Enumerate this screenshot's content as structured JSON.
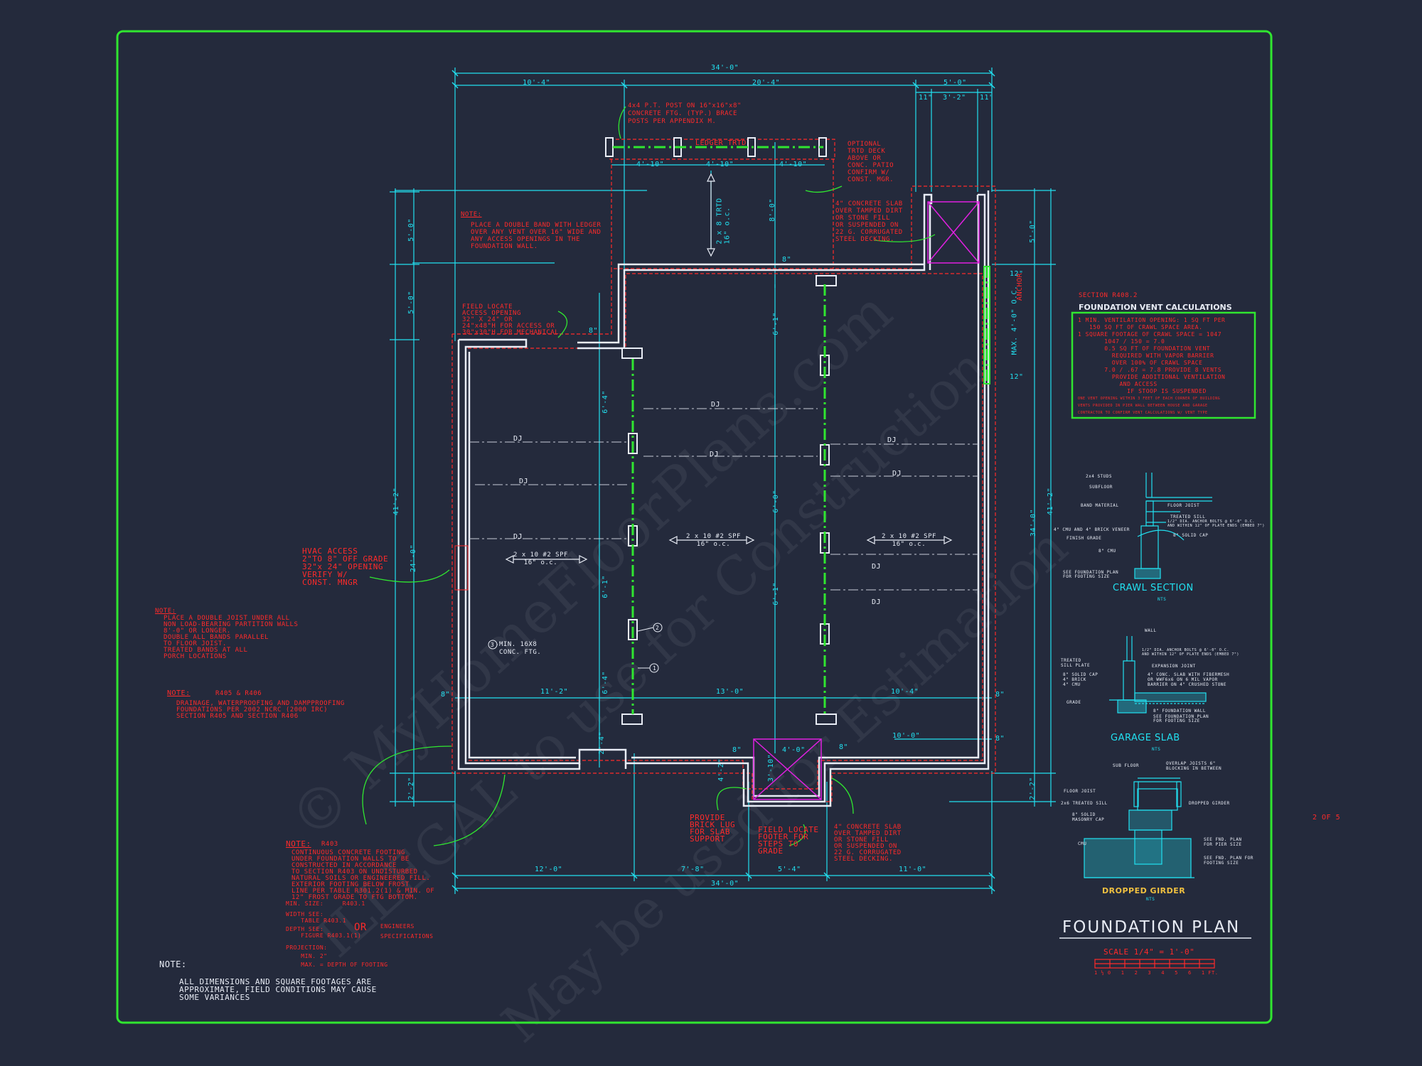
{
  "colors": {
    "background": "#242a3c",
    "border": "#30e630",
    "dimension": "#22e0f0",
    "note": "#ff2a2a",
    "wall": "#e8ecf5",
    "beam": "#30e630",
    "vent_marker": "#e020e0"
  },
  "watermark": {
    "line1": "© MyHomeFloorPlans.com",
    "line2": "ILLEGAL to use for Construction",
    "line3": "May be used for Estimation"
  },
  "title_block": {
    "title": "FOUNDATION PLAN",
    "scale": "SCALE 1/4\" = 1'-0\"",
    "scale_ticks": "1 ½ 0   1   2   3   4   5   6   1 FT.",
    "sheet": "2 OF 5"
  },
  "dimensions": {
    "top_overall": "34'-0\"",
    "top_left": "10'-4\"",
    "top_mid": "20'-4\"",
    "top_right": "5'-0\"",
    "top_r1": "11\"",
    "top_r2": "3'-2\"",
    "top_r3": "11\"",
    "porch_1": "4'-10\"",
    "porch_2": "4'-10\"",
    "porch_3": "4'-10\"",
    "left_1": "5'-0\"",
    "left_2": "5'-0\"",
    "left_3": "41'-2\"",
    "left_4": "24'-0\"",
    "left_5": "2'-2\"",
    "right_1": "5'-0\"",
    "right_2": "41'-2\"",
    "right_3": "34'-0\"",
    "right_4": "2'-2\"",
    "bot_1": "12'-0\"",
    "bot_2": "7'-8\"",
    "bot_3": "5'-4\"",
    "bot_4": "11'-0\"",
    "bot_overall": "34'-0\"",
    "inner_1": "11'-2\"",
    "inner_2": "13'-0\"",
    "inner_3": "10'-4\"",
    "inner_4": "10'-0\"",
    "stoop_w": "4'-0\"",
    "stoop_h": "3'-10\"",
    "vert_8": "8'-0\"",
    "pier_1": "6'-1\"",
    "pier_2": "6'-4\"",
    "pier_3": "6'-0\"",
    "pier_4": "6'-1\"",
    "pier_5": "6'-1\"",
    "pier_6": "6'-4\"",
    "eight": "8\"",
    "twelve": "12\"",
    "two_four": "2'-4\"",
    "four_two": "4'-2\"",
    "vent_max": "MAX. 4'-0\" O.C.",
    "ledger": "LEDGER TRTD",
    "joist_vert": "2 x 8 TRTD\n16\" o.c.",
    "anchor": "ANCHOR"
  },
  "joists": {
    "left": "2 x 10 #2 SPF\n16\" o.c.",
    "mid": "2 x 10 #2 SPF\n16\" o.c.",
    "right": "2 x 10 #2 SPF\n16\" o.c.",
    "dj": "DJ",
    "ftg": "MIN. 16X8\nCONC. FTG.",
    "tag_1": "1",
    "tag_2": "2",
    "tag_3": "3"
  },
  "notes": {
    "post": "4x4 P.T. POST ON 16\"x16\"x8\"\nCONCRETE FTG. (TYP.) BRACE\nPOSTS PER APPENDIX M.",
    "optional": "OPTIONAL\nTRTD DECK\nABOVE OR\nCONC. PATIO\nCONFIRM W/\nCONST. MGR.",
    "slab_top": "4\" CONCRETE SLAB\nOVER TAMPED DIRT\nOR STONE FILL\nOR SUSPENDED ON\n22 G. CORRUGATED\nSTEEL DECKING.",
    "band_label": "NOTE:",
    "band": "PLACE A DOUBLE BAND WITH LEDGER\nOVER ANY VENT OVER 16\" WIDE AND\nANY ACCESS OPENINGS IN THE\nFOUNDATION WALL.",
    "field_access": "FIELD LOCATE\nACCESS OPENING\n32\" X 24\" OR\n24\"x48\"H FOR ACCESS OR\n30\"x30\"H FOR MECHANICAL",
    "hvac": "HVAC ACCESS\n2\"TO 8\" OFF GRADE\n32\"x 24\" OPENING\nVERIFY W/\nCONST. MNGR",
    "joist_label": "NOTE:",
    "joist": "PLACE A DOUBLE JOIST UNDER ALL\nNON LOAD-BEARING PARTITION WALLS\n8'-0\" OR LONGER.\nDOUBLE ALL BANDS PARALLEL\nTO FLOOR JOIST.\nTREATED BANDS AT ALL\nPORCH LOCATIONS",
    "drain_label": "NOTE:",
    "drain_ref": "R405 & R406",
    "drain": "DRAINAGE, WATERPROOFING AND DAMPPROOFING\nFOUNDATIONS PER 2002 NCRC (2000 IRC)\nSECTION R405 AND SECTION R406",
    "brick": "PROVIDE\nBRICK LUG\nFOR SLAB\nSUPPORT",
    "stoop": "FIELD LOCATE\nFOOTER FOR\nSTEPS TO\nGRADE",
    "slab_bot": "4\" CONCRETE SLAB\nOVER TAMPED DIRT\nOR STONE FILL\nOR SUSPENDED ON\n22 G. CORRUGATED\nSTEEL DECKING.",
    "footing_label": "NOTE:",
    "footing_ref": "R403",
    "footing": "CONTINUOUS CONCRETE FOOTING\nUNDER FOUNDATION WALLS TO BE\nCONSTRUCTED IN ACCORDANCE\nTO SECTION R403 ON UNDISTURBED\nNATURAL SOILS OR ENGINEERED FILL.\nEXTERIOR FOOTING BELOW FROST\nLINE PER TABLE R301.2(1) & MIN. OF\n12\" FROST GRADE TO FTG BOTTOM.",
    "min_size": "MIN. SIZE:     R403.1",
    "width": "WIDTH SEE:\n    TABLE R403.1",
    "depth": "DEPTH SEE:\n    FIGURE R403.1(1)",
    "or": "OR",
    "eng": "ENGINEERS\n\nSPECIFICATIONS",
    "projection": "PROJECTION:\n    MIN. 2\"\n    MAX. = DEPTH OF FOOTING",
    "general_label": "NOTE:",
    "general": "ALL DIMENSIONS AND SQUARE FOOTAGES ARE\nAPPROXIMATE, FIELD CONDITIONS MAY CAUSE\nSOME VARIANCES"
  },
  "vent_calc": {
    "section": "SECTION R408.2",
    "title": "FOUNDATION VENT CALCULATIONS",
    "body": "1 MIN. VENTILATION OPENING: 1 SQ FT PER\n   150 SQ FT OF CRAWL SPACE AREA.\n1 SQUARE FOOTAGE OF CRAWL SPACE = 1047\n       1047 / 150 = 7.0\n       0.5 SQ FT OF FOUNDATION VENT\n         REQUIRED WITH VAPOR BARRIER\n         OVER 100% OF CRAWL SPACE\n       7.0 / .67 = 7.8 PROVIDE 8 VENTS\n         PROVIDE ADDITIONAL VENTILATION\n           AND ACCESS\n             IF STOOP IS SUSPENDED",
    "foot": "ONE VENT OPENING WITHIN 3 FEET OF EACH CORNER OF BUILDING\nVENTS PROVIDED IN PIER WALL BETWEEN HOUSE AND GARAGE\nCONTRACTOR TO CONFIRM VENT CALCULATIONS W/ VENT TYPE"
  },
  "details": {
    "crawl": {
      "title": "CRAWL SECTION",
      "nts": "NTS",
      "labels": [
        "2x4 STUDS",
        "SUBFLOOR",
        "BAND MATERIAL",
        "FLOOR JOIST",
        "TREATED SILL",
        "1/2\" DIA. ANCHOR BOLTS @ 6'-0\" O.C.\nAND WITHIN 12\" OF PLATE ENDS (EMBED 7\")",
        "4\" CMU AND 4\" BRICK VENEER",
        "FINISH GRADE",
        "8\" SOLID CAP",
        "8\" CMU",
        "SEE FOUNDATION PLAN\nFOR FOOTING SIZE"
      ]
    },
    "garage": {
      "title": "GARAGE SLAB",
      "nts": "NTS",
      "labels": [
        "WALL",
        "1/2\" DIA. ANCHOR BOLTS @ 6'-0\" O.C.\nAND WITHIN 12\" OF PLATE ENDS (EMBED 7\")",
        "TREATED\nSILL PLATE",
        "EXPANSION JOINT",
        "8\" SOLID CAP\n4\" BRICK\n4\" CMU",
        "4\" CONC. SLAB WITH FIBERMESH\nOR WWF6x6 ON 6 MIL VAPOR\nBARRIER ON 4\" CRUSHED STONE",
        "GRADE",
        "8\" FOUNDATION WALL",
        "SEE FOUNDATION PLAN\nFOR FOOTING SIZE"
      ]
    },
    "girder": {
      "title": "DROPPED GIRDER",
      "nts": "NTS",
      "labels": [
        "SUB FLOOR",
        "OVERLAP JOISTS 6\"\nBLOCKING IN BETWEEN",
        "FLOOR JOIST",
        "2x6 TREATED SILL",
        "DROPPED GIRDER",
        "8\" SOLID\nMASONRY CAP",
        "CMU",
        "SEE FND. PLAN\nFOR PIER SIZE",
        "SEE FND. PLAN FOR\nFOOTING SIZE"
      ]
    }
  }
}
